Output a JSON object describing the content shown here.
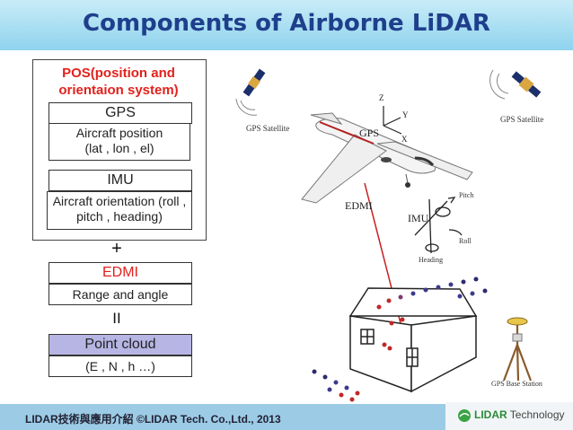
{
  "title": "Components of Airborne LiDAR",
  "pos": {
    "title": "POS(position and orientaion system)",
    "gps": {
      "header": "GPS",
      "body": "Aircraft position (lat , lon , el)"
    },
    "imu": {
      "header": "IMU",
      "body": "Aircraft orientation (roll , pitch , heading)"
    }
  },
  "plus": "+",
  "edmi": {
    "header": "EDMI",
    "body": "Range and angle"
  },
  "equals": "II",
  "point_cloud": {
    "header": "Point cloud",
    "body": "(E , N , h …)"
  },
  "illustration": {
    "gps_satellite_left": "GPS Satellite",
    "gps_satellite_right": "GPS Satellite",
    "gps": "GPS",
    "edmi": "EDMI",
    "imu": "IMU",
    "axis_z": "Z",
    "axis_y": "Y",
    "axis_x": "X",
    "pitch": "Pitch",
    "roll": "Roll",
    "heading": "Heading",
    "base_station": "GPS Base Station"
  },
  "footer": {
    "text": "LIDAR技術與應用介紹 ©LIDAR Tech. Co.,Ltd., 2013"
  },
  "logo": {
    "brand": "LIDAR",
    "suffix": "Technology"
  },
  "colors": {
    "title": "#1f3f8c",
    "accent_red": "#e2211c",
    "point_cloud_fill": "#b7b5e4",
    "header_band": "#8fd3ee",
    "footer": "#9ccbe6"
  }
}
